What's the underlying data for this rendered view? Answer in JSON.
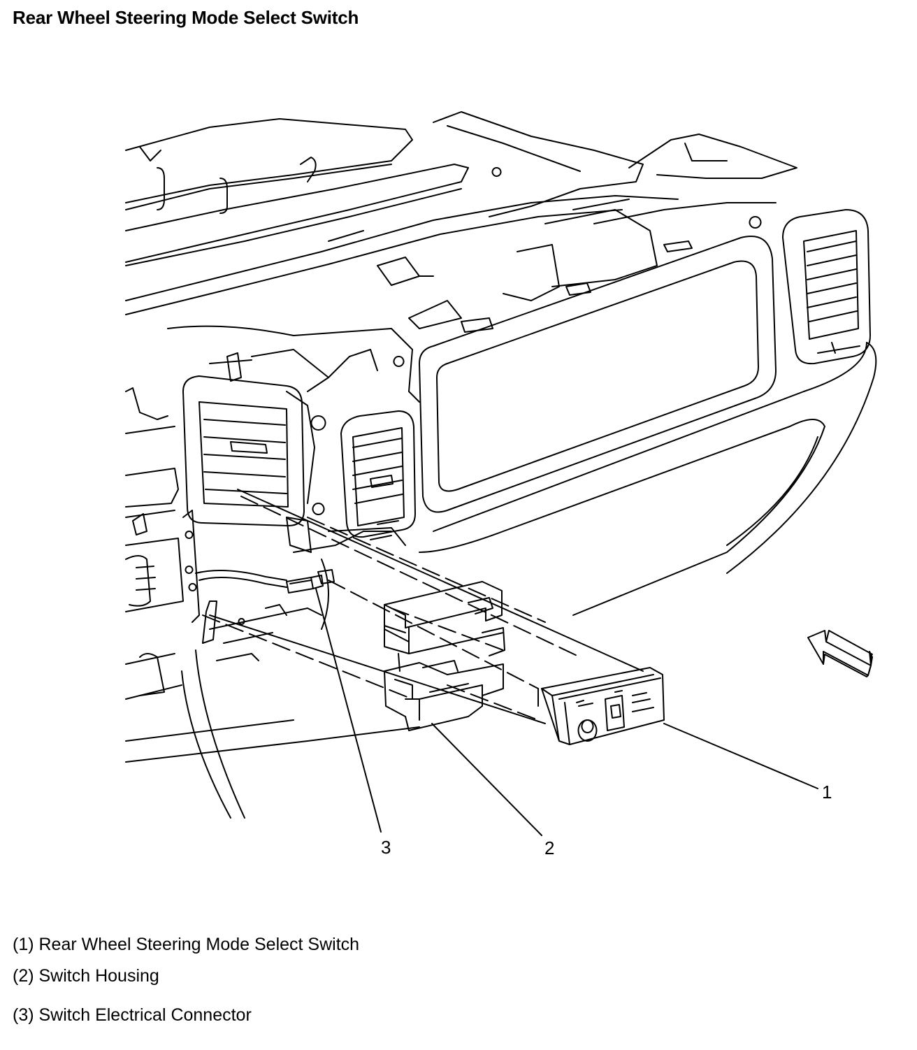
{
  "title": "Rear Wheel Steering Mode Select Switch",
  "callouts": {
    "c1": "1",
    "c2": "2",
    "c3": "3"
  },
  "legend": {
    "item1": "(1) Rear Wheel Steering Mode Select Switch",
    "item2": "(2) Switch Housing",
    "item3": "(3) Switch Electrical Connector"
  },
  "colors": {
    "line": "#000000",
    "background": "#ffffff"
  },
  "icons": {
    "view_arrow": "view-direction-arrow-icon"
  }
}
